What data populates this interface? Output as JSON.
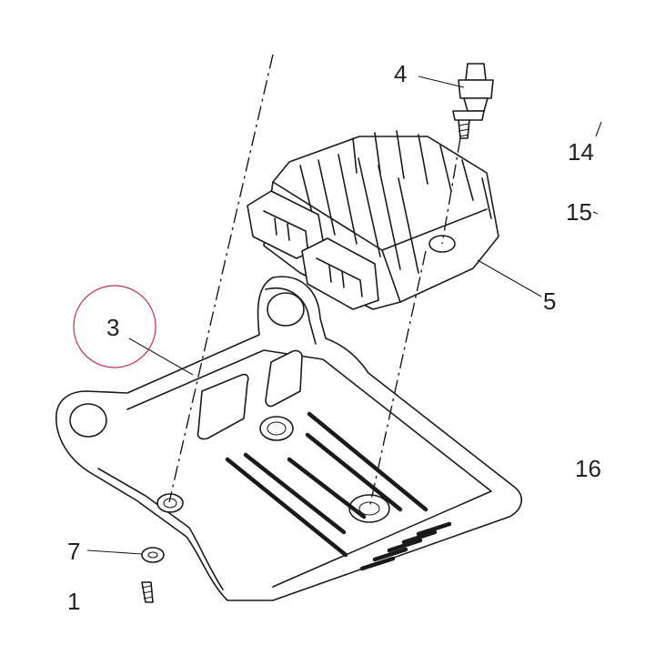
{
  "callouts": {
    "c1": "1",
    "c3": "3",
    "c4": "4",
    "c5": "5",
    "c7": "7",
    "c14": "14",
    "c15": "15",
    "c16": "16"
  },
  "highlight_color": "#c0304a",
  "line_color": "#1a1a1a"
}
